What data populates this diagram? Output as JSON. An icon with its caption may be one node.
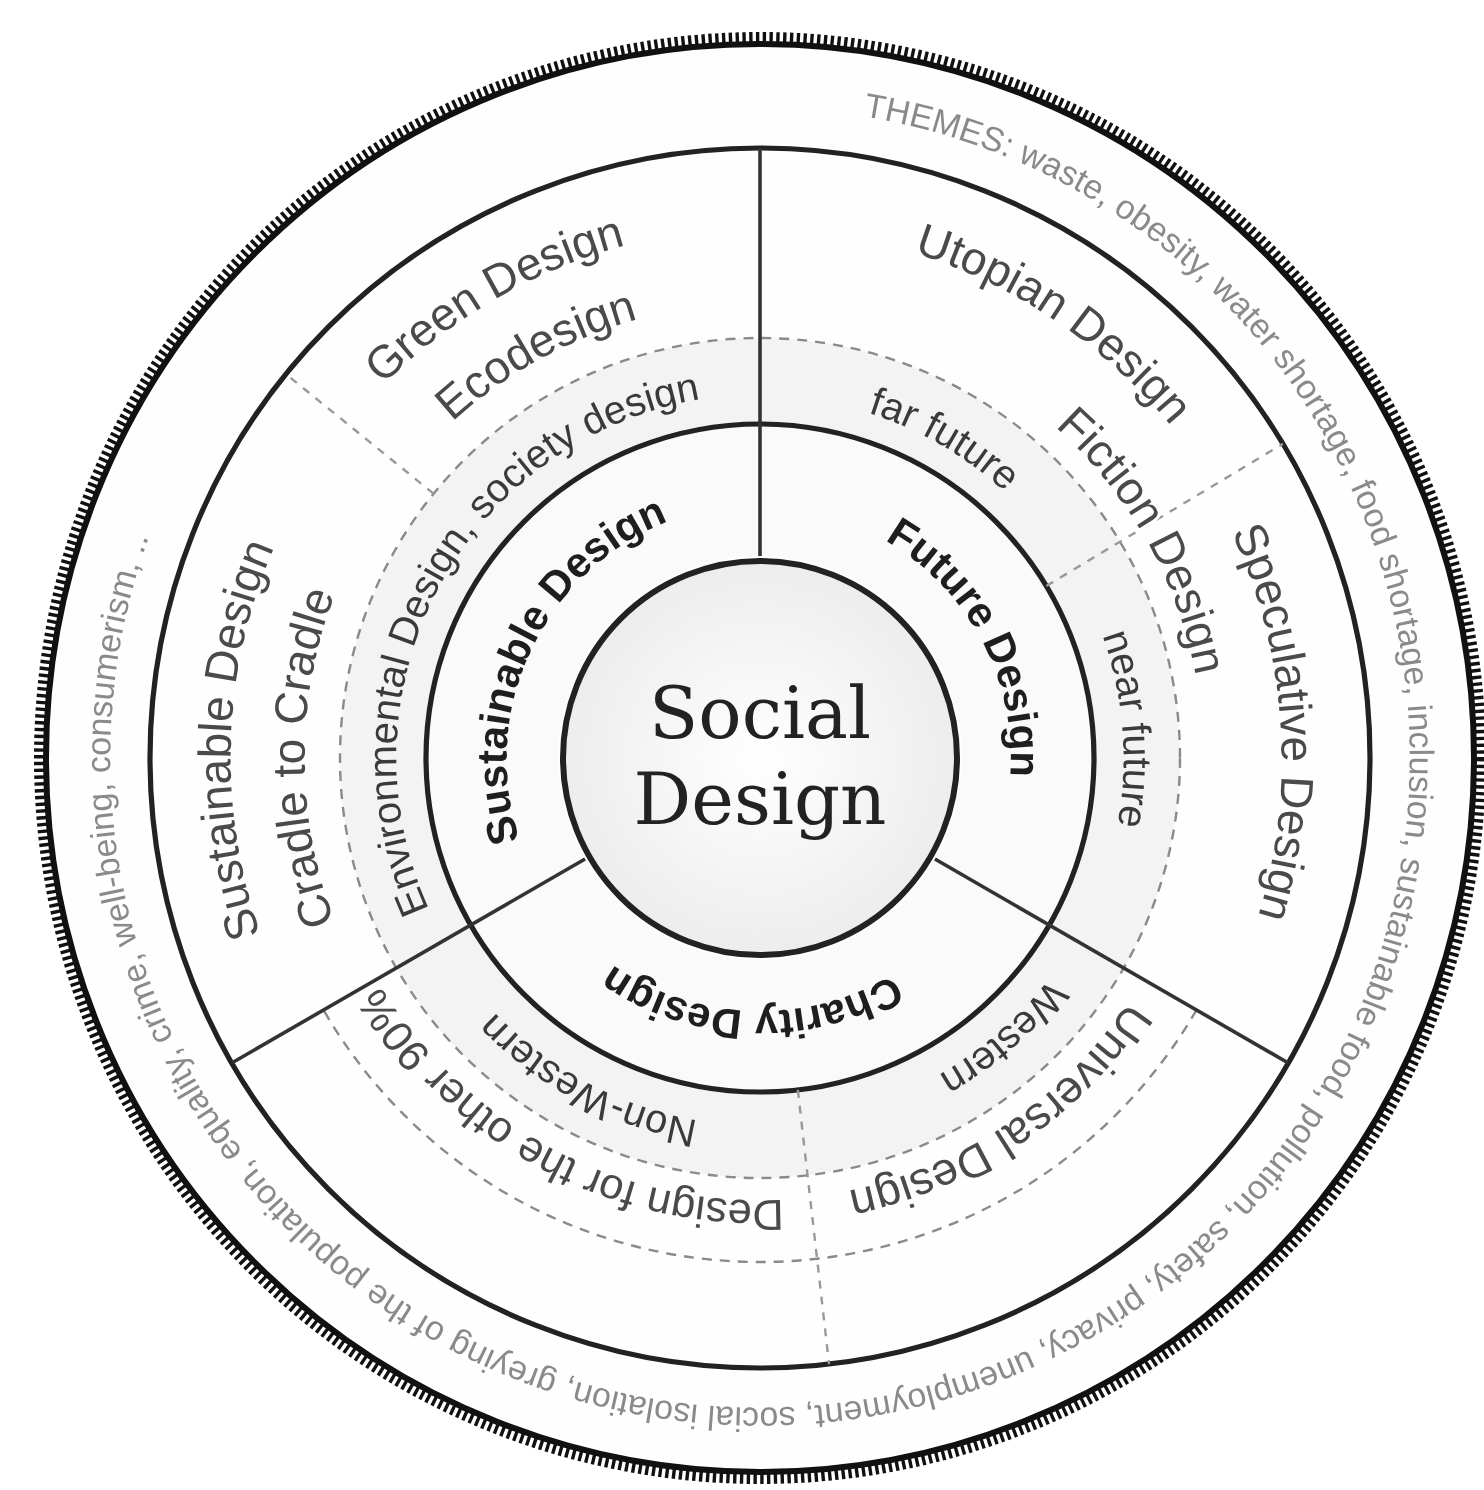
{
  "diagram": {
    "nodes": [
      {
        "text": [
          "Social Design"
        ]
      }
    ],
    "labels": [
      "THEMES: waste, obesity, water shortage, food shortage, inclusion, sustainable food, pollution, safety, privacy, unemployment, social isolation, greying of the population, equality, crime, well-being, consumerism, ..",
      "Green Design",
      "Utopian Design",
      "Ecodesign",
      "Environmental Design, society design",
      "far future",
      "Fiction Design",
      "Sustainable Design",
      "Future Design",
      "Speculative Design",
      "Sustainable Design",
      "Cradle to Cradle",
      "near future",
      "Charity Design",
      "Western",
      "Non-Western",
      "Universal Design",
      "Design for the other 90%"
    ]
  }
}
